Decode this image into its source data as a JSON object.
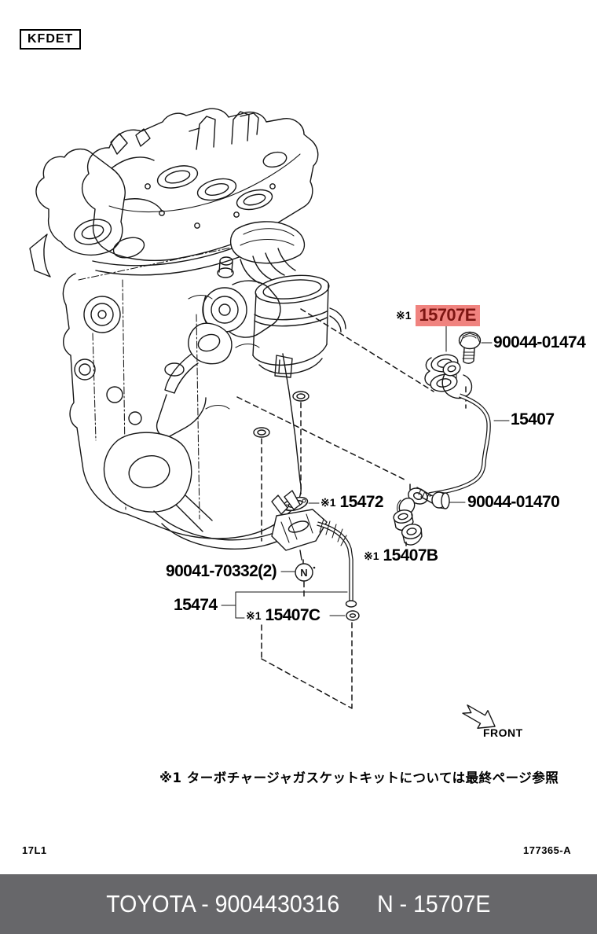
{
  "header": {
    "code_box": "KFDET"
  },
  "diagram": {
    "front_label": "FRONT",
    "nut_symbol": "N",
    "note": "※1 ターボチャージャガスケットキットについては最終ページ参照",
    "highlight": {
      "bg": "#f0837f",
      "fg": "#7d1512"
    },
    "parts": {
      "p15707E": {
        "prefix": "※1",
        "number": "15707E",
        "highlighted": true
      },
      "p90044_01474": {
        "number": "90044-01474"
      },
      "p15407": {
        "number": "15407"
      },
      "p15472": {
        "prefix": "※1",
        "number": "15472"
      },
      "p90044_01470": {
        "number": "90044-01470"
      },
      "p15407B": {
        "prefix": "※1",
        "number": "15407B"
      },
      "p90041_70332": {
        "number": "90041-70332(2)"
      },
      "p15474": {
        "number": "15474"
      },
      "p15407C": {
        "prefix": "※1",
        "number": "15407C"
      }
    }
  },
  "footer": {
    "page_code": "17L1",
    "figure_code": "177365-A",
    "bar": {
      "left": "TOYOTA - 9004430316",
      "right": "N - 15707E",
      "bg": "#67676a",
      "fg": "#ffffff"
    }
  }
}
